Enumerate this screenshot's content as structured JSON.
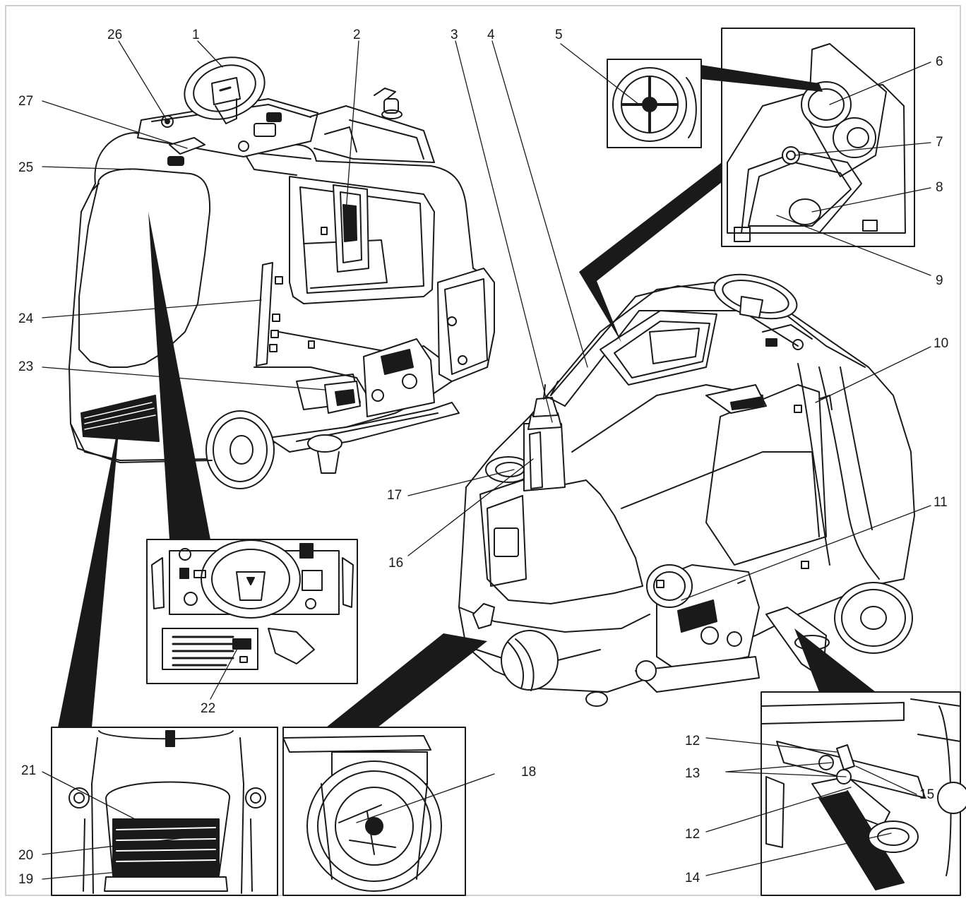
{
  "callouts": [
    {
      "id": "1",
      "text": "1"
    },
    {
      "id": "2",
      "text": "2"
    },
    {
      "id": "3",
      "text": "3"
    },
    {
      "id": "4",
      "text": "4"
    },
    {
      "id": "5",
      "text": "5"
    },
    {
      "id": "6",
      "text": "6"
    },
    {
      "id": "7",
      "text": "7"
    },
    {
      "id": "8",
      "text": "8"
    },
    {
      "id": "9",
      "text": "9"
    },
    {
      "id": "10",
      "text": "10"
    },
    {
      "id": "11",
      "text": "11"
    },
    {
      "id": "12a",
      "text": "12"
    },
    {
      "id": "12b",
      "text": "12"
    },
    {
      "id": "13",
      "text": "13"
    },
    {
      "id": "14",
      "text": "14"
    },
    {
      "id": "15",
      "text": "15"
    },
    {
      "id": "16",
      "text": "16"
    },
    {
      "id": "17",
      "text": "17"
    },
    {
      "id": "18",
      "text": "18"
    },
    {
      "id": "19",
      "text": "19"
    },
    {
      "id": "20",
      "text": "20"
    },
    {
      "id": "21",
      "text": "21"
    },
    {
      "id": "22",
      "text": "22"
    },
    {
      "id": "23",
      "text": "23"
    },
    {
      "id": "24",
      "text": "24"
    },
    {
      "id": "25",
      "text": "25"
    },
    {
      "id": "26",
      "text": "26"
    },
    {
      "id": "27",
      "text": "27"
    }
  ],
  "colors": {
    "line": "#1a1a1a",
    "frame": "#cfcfcf",
    "fill": "#ffffff",
    "dark": "#111111"
  }
}
